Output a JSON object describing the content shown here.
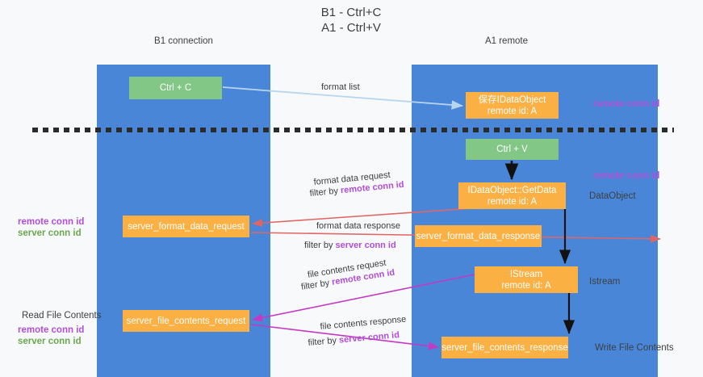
{
  "title": "B1 - Ctrl+C\nA1 - Ctrl+V",
  "lanes": [
    {
      "name": "lane-b1",
      "head": "B1\nconnection"
    },
    {
      "name": "lane-a1",
      "head": "A1\nremote"
    }
  ],
  "nodes": {
    "ctrl_c": {
      "label": "Ctrl + C",
      "color": "#82c785"
    },
    "idataobject": {
      "line1": "保存IDataObject",
      "line2": "remote id: A",
      "color": "#fbb044"
    },
    "ctrl_v": {
      "label": "Ctrl + V",
      "color": "#82c785"
    },
    "getdata": {
      "line1": "IDataObject::GetData",
      "line2": "remote id: A",
      "color": "#fbb044"
    },
    "server_format_data_request": {
      "label": "server_format_data_request",
      "color": "#fbb044"
    },
    "server_format_data_response": {
      "label": "server_format_data_response",
      "color": "#fbb044"
    },
    "istream": {
      "line1": "IStream",
      "line2": "remote id: A",
      "color": "#fbb044"
    },
    "server_file_contents_request": {
      "label": "server_file_contents_request",
      "color": "#fbb044"
    },
    "server_file_contents_response": {
      "label": "server_file_contents_response",
      "color": "#fbb044"
    }
  },
  "edge_labels": {
    "format_list": "format list",
    "format_data_request": "format data request",
    "format_data_request_filter_prefix": "filter by ",
    "format_data_request_filter_key": "remote conn id",
    "format_data_response": "format data response",
    "format_data_response_filter_prefix": "filter by ",
    "format_data_response_filter_key": "server conn id",
    "file_contents_request": "file contents request",
    "file_contents_request_filter_prefix": "filter by ",
    "file_contents_request_filter_key": "remote conn id",
    "file_contents_response": "file contents response",
    "file_contents_response_filter_prefix": "filter by ",
    "file_contents_response_filter_key": "server conn id"
  },
  "side_labels": {
    "remote_conn_id_top": "remote conn id",
    "remote_conn_id_mid": "remote conn id",
    "dataobject": "DataObject",
    "istream": "Istream",
    "write_file_contents": "Write File Contents",
    "read_file_contents": "Read File Contents",
    "left_remote_conn_id_1": "remote conn id",
    "left_server_conn_id_1": "server conn id",
    "left_remote_conn_id_2": "remote conn id",
    "left_server_conn_id_2": "server conn id"
  },
  "colors": {
    "lane": "#4a86d8",
    "green_node": "#82c785",
    "orange_node": "#fbb044",
    "remote_key": "#b14fd8",
    "server_key": "#6aa84f",
    "arrow_blue": "#b8d5f0",
    "arrow_red": "#e06666",
    "arrow_magenta": "#c339c3",
    "arrow_black": "#000000",
    "divider": "#2b2b2b",
    "background": "#f8f9fa"
  }
}
